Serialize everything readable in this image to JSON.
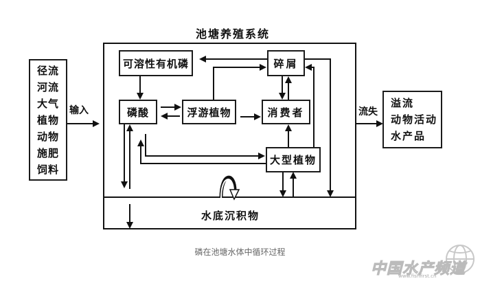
{
  "diagram": {
    "system_title": "池塘养殖系统",
    "input_sources": [
      "径流",
      "河流",
      "大气",
      "植物",
      "动物",
      "施肥",
      "饲料"
    ],
    "input_label": "输入",
    "output_label": "流失",
    "output_sinks": [
      "溢流",
      "动物活动",
      "水产品"
    ],
    "nodes": {
      "soluble_organic_p": "可溶性有机磷",
      "phosphate": "磷酸",
      "phytoplankton": "浮游植物",
      "detritus": "碎屑",
      "consumers": "消费者",
      "macrophytes": "大型植物",
      "sediment": "水底沉积物"
    },
    "edges": [
      {
        "from": "detritus",
        "to": "soluble_organic_p"
      },
      {
        "from": "soluble_organic_p",
        "to": "phosphate"
      },
      {
        "from": "phosphate",
        "to": "phytoplankton"
      },
      {
        "from": "phytoplankton",
        "to": "phosphate"
      },
      {
        "from": "phytoplankton",
        "to": "detritus"
      },
      {
        "from": "phytoplankton",
        "to": "consumers"
      },
      {
        "from": "detritus",
        "to": "consumers"
      },
      {
        "from": "consumers",
        "to": "detritus"
      },
      {
        "from": "macrophytes",
        "to": "consumers"
      },
      {
        "from": "macrophytes",
        "to": "detritus"
      },
      {
        "from": "phosphate",
        "to": "macrophytes"
      },
      {
        "from": "macrophytes",
        "to": "phosphate"
      },
      {
        "from": "phosphate",
        "to": "sediment"
      },
      {
        "from": "sediment",
        "to": "phosphate"
      },
      {
        "from": "macrophytes",
        "to": "sediment"
      },
      {
        "from": "sediment",
        "to": "macrophytes"
      },
      {
        "from": "detritus",
        "to": "sediment"
      },
      {
        "from": "sediment",
        "to": "water",
        "style": "curved-resuspension"
      },
      {
        "from": "sediment",
        "to": "burial"
      },
      {
        "from": "input_sources",
        "to": "system"
      },
      {
        "from": "system",
        "to": "output_sinks"
      }
    ]
  },
  "caption": "磷在池塘水体中循环过程",
  "watermark": {
    "text": "中国水产频道",
    "url": "www.fishfirst.cn"
  }
}
